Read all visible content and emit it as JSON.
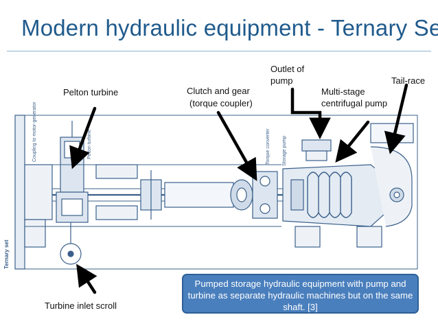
{
  "title": "Modern hydraulic equipment - Ternary Set",
  "labels": {
    "pelton": "Pelton turbine",
    "clutch_line1": "Clutch and gear",
    "clutch_line2": "(torque coupler)",
    "outlet_line1": "Outlet of",
    "outlet_line2": "pump",
    "multistage_line1": "Multi-stage",
    "multistage_line2": "centrifugal pump",
    "tailrace": "Tail-race",
    "inlet_scroll": "Turbine inlet scroll"
  },
  "caption": "Pumped storage hydraulic equipment with pump and turbine as separate hydraulic machines but on the same shaft. [3]",
  "drawing_labels": {
    "side": "Ternary set",
    "coupling": "Coupling to motor-generator",
    "pelton_small": "Pelton turbine",
    "torque": "Torque converter",
    "storage": "Storage pump"
  },
  "colors": {
    "title": "#1f5a8c",
    "drawing_line": "#3a5f8a",
    "caption_fill": "#4a7fbd"
  }
}
